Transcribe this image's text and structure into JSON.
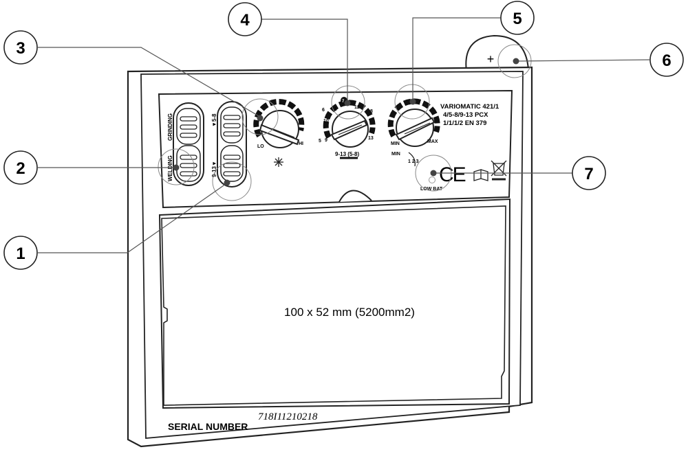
{
  "callouts": [
    {
      "number": "1"
    },
    {
      "number": "2"
    },
    {
      "number": "3"
    },
    {
      "number": "4"
    },
    {
      "number": "5"
    },
    {
      "number": "6"
    },
    {
      "number": "7"
    }
  ],
  "switches": {
    "mode": {
      "top_label": "GRINDING",
      "bottom_label": "WELDING"
    },
    "range": {
      "top_label": "▼5-8",
      "bottom_label": "9-13▼"
    }
  },
  "sensitivity_knob": {
    "low_label": "LO",
    "high_label": "HI",
    "sun_icon": "sun-icon"
  },
  "shade_knob": {
    "ticks": [
      "6",
      "7",
      "10",
      "11",
      "12",
      "8",
      "9",
      "5",
      "13"
    ],
    "bottom_label": "9-13 (5-8)"
  },
  "delay_knob": {
    "min_label": "MIN",
    "max_label": "MAX",
    "scale_min_label": "MIN",
    "scale_label": "1 2 3"
  },
  "product": {
    "model": "VARIOMATIC 421/1",
    "shades": "4/5-8/9-13 PCX",
    "classification": "1/1/1/2 EN 379"
  },
  "indicators": {
    "low_battery": "LOW BAT",
    "ce_mark": "CE",
    "manual_icon": "book-icon",
    "disposal_icon": "crossed-bin-icon"
  },
  "viewing_area": {
    "label": "100 x 52 mm (5200mm2)"
  },
  "serial": {
    "label": "SERIAL NUMBER",
    "value": "718I11210218"
  },
  "battery": {
    "plus_label": "+"
  }
}
